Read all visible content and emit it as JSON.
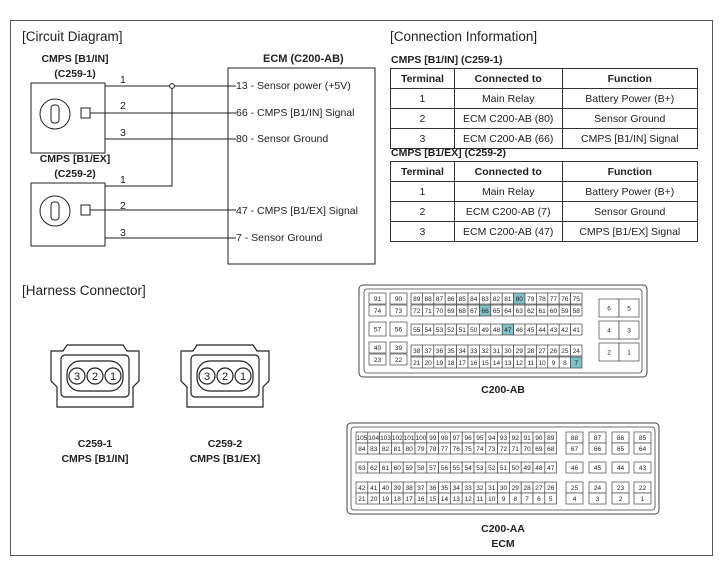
{
  "circuit": {
    "title": "[Circuit Diagram]",
    "cmps_in": {
      "name": "CMPS [B1/IN]",
      "conn": "(C259-1)"
    },
    "cmps_ex": {
      "name": "CMPS [B1/EX]",
      "conn": "(C259-2)"
    },
    "ecm_title": "ECM (C200-AB)",
    "wire_nums": [
      "1",
      "2",
      "3"
    ],
    "ecm_pins": [
      {
        "pin": "13",
        "text": " - Sensor power (+5V)"
      },
      {
        "pin": "66",
        "text": " - CMPS [B1/IN] Signal"
      },
      {
        "pin": "80",
        "text": " - Sensor Ground"
      },
      {
        "pin": "47",
        "text": " - CMPS [B1/EX] Signal"
      },
      {
        "pin": "7",
        "text": " - Sensor Ground"
      }
    ]
  },
  "connection": {
    "title": "[Connection Information]",
    "headers": [
      "Terminal",
      "Connected to",
      "Function"
    ],
    "tables": [
      {
        "title": "CMPS [B1/IN] (C259-1)",
        "rows": [
          [
            "1",
            "Main Relay",
            "Battery Power (B+)"
          ],
          [
            "2",
            "ECM C200-AB (80)",
            "Sensor Ground"
          ],
          [
            "3",
            "ECM C200-AB (66)",
            "CMPS [B1/IN] Signal"
          ]
        ]
      },
      {
        "title": "CMPS [B1/EX] (C259-2)",
        "rows": [
          [
            "1",
            "Main Relay",
            "Battery Power (B+)"
          ],
          [
            "2",
            "ECM C200-AB (7)",
            "Sensor Ground"
          ],
          [
            "3",
            "ECM C200-AB (47)",
            "CMPS [B1/EX] Signal"
          ]
        ]
      }
    ]
  },
  "harness": {
    "title": "[Harness Connector]",
    "c1": {
      "line1": "C259-1",
      "line2": "CMPS [B1/IN]",
      "pins": [
        "3",
        "2",
        "1"
      ]
    },
    "c2": {
      "line1": "C259-2",
      "line2": "CMPS [B1/EX]",
      "pins": [
        "3",
        "2",
        "1"
      ]
    },
    "ab": {
      "label": "C200-AB",
      "highlight": [
        "66",
        "80",
        "47",
        "7"
      ],
      "left_pins": [
        [
          "91",
          "74"
        ],
        [
          "90",
          "73"
        ],
        [
          "57"
        ],
        [
          "56"
        ],
        [
          "40",
          "23"
        ],
        [
          "39",
          "22"
        ]
      ],
      "rows": [
        [
          "89",
          "88",
          "87",
          "86",
          "85",
          "84",
          "83",
          "82",
          "81",
          "80",
          "79",
          "78",
          "77",
          "76",
          "75"
        ],
        [
          "72",
          "71",
          "70",
          "69",
          "68",
          "67",
          "66",
          "65",
          "64",
          "63",
          "62",
          "61",
          "60",
          "59",
          "58"
        ],
        [
          "55",
          "54",
          "53",
          "52",
          "51",
          "50",
          "49",
          "48",
          "47",
          "46",
          "45",
          "44",
          "43",
          "42",
          "41"
        ],
        [
          "38",
          "37",
          "36",
          "35",
          "34",
          "33",
          "32",
          "31",
          "30",
          "29",
          "28",
          "27",
          "26",
          "25",
          "24"
        ],
        [
          "21",
          "20",
          "19",
          "18",
          "17",
          "16",
          "15",
          "14",
          "13",
          "12",
          "11",
          "10",
          "9",
          "8",
          "7"
        ]
      ],
      "right_pins": [
        "6",
        "5",
        "4",
        "3",
        "2",
        "1"
      ]
    },
    "aa": {
      "label": "C200-AA",
      "sublabel": "ECM",
      "rows": [
        [
          "105",
          "104",
          "103",
          "102",
          "101",
          "100",
          "99",
          "98",
          "97",
          "96",
          "95",
          "94",
          "93",
          "92",
          "91",
          "90",
          "89"
        ],
        [
          "84",
          "83",
          "82",
          "81",
          "80",
          "79",
          "78",
          "77",
          "76",
          "75",
          "74",
          "73",
          "72",
          "71",
          "70",
          "69",
          "68"
        ],
        [
          "63",
          "62",
          "61",
          "60",
          "59",
          "58",
          "57",
          "56",
          "55",
          "54",
          "53",
          "52",
          "51",
          "50",
          "49",
          "48",
          "47"
        ],
        [
          "42",
          "41",
          "40",
          "39",
          "38",
          "37",
          "36",
          "35",
          "34",
          "33",
          "32",
          "31",
          "30",
          "29",
          "28",
          "27",
          "26"
        ],
        [
          "21",
          "20",
          "19",
          "18",
          "17",
          "16",
          "15",
          "14",
          "13",
          "12",
          "11",
          "10",
          "9",
          "8",
          "7",
          "6",
          "5"
        ]
      ],
      "right_pins": [
        [
          "88",
          "87",
          "86",
          "85"
        ],
        [
          "67",
          "66",
          "65",
          "64"
        ],
        [
          "46",
          "45",
          "44",
          "43"
        ],
        [
          "25",
          "24",
          "23",
          "22"
        ],
        [
          "4",
          "3",
          "2",
          "1"
        ]
      ]
    }
  }
}
